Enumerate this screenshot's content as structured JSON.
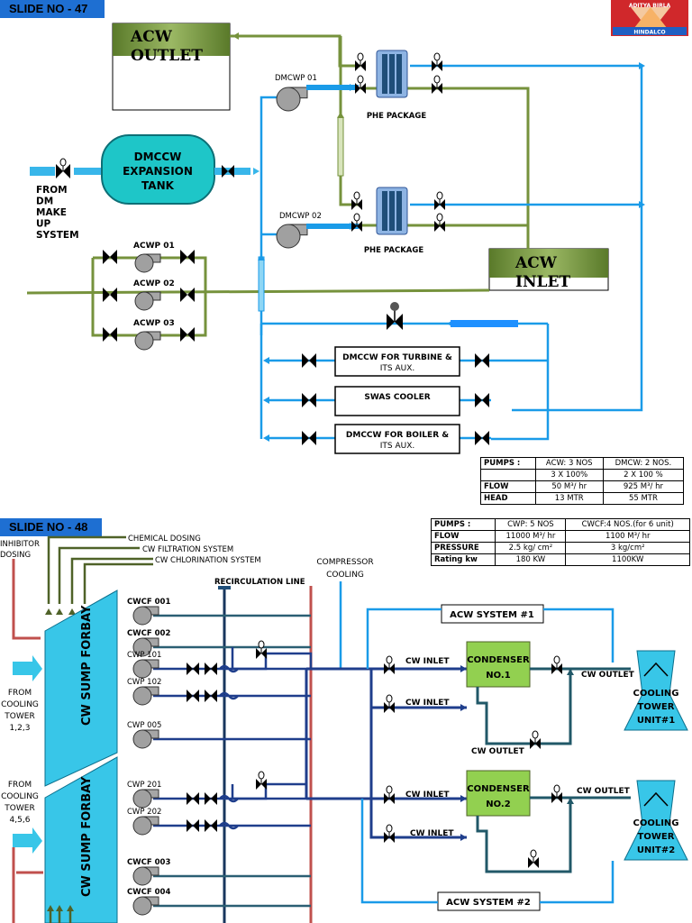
{
  "slide47": {
    "tag": "SLIDE NO - 47",
    "logo": {
      "line1": "ADITYA BIRLA",
      "line2": "HINDALCO"
    },
    "acw_outlet": [
      "ACW",
      "OUTLET"
    ],
    "acw_inlet": [
      "ACW",
      "INLET"
    ],
    "expansion_tank": [
      "DMCCW",
      "EXPANSION",
      "TANK"
    ],
    "from_dm": [
      "FROM",
      "DM",
      "MAKE",
      "UP",
      "SYSTEM"
    ],
    "dmcwp01": "DMCWP 01",
    "dmcwp02": "DMCWP 02",
    "phe1": "PHE PACKAGE",
    "phe2": "PHE PACKAGE",
    "acwp": [
      "ACWP 01",
      "ACWP 02",
      "ACWP 03"
    ],
    "consumers": [
      [
        "DMCCW FOR TURBINE &",
        "ITS AUX."
      ],
      [
        "SWAS COOLER"
      ],
      [
        "DMCCW FOR BOILER &",
        "ITS AUX."
      ]
    ],
    "table": {
      "rows": [
        [
          "PUMPS :",
          "ACW: 3 NOS",
          "DMCW: 2 NOS."
        ],
        [
          "",
          "3 X 100%",
          "2 X 100 %"
        ],
        [
          "FLOW",
          "50 M³/ hr",
          "925 M³/ hr"
        ],
        [
          "HEAD",
          "13 MTR",
          "55 MTR"
        ]
      ]
    }
  },
  "slide48": {
    "tag": "SLIDE NO - 48",
    "inhibitor": [
      "INHIBITOR",
      "DOSING"
    ],
    "chemical": "CHEMICAL DOSING",
    "filtration": "CW FILTRATION SYSTEM",
    "chlorination": "CW CHLORINATION SYSTEM",
    "compressor": [
      "COMPRESSOR",
      "COOLING"
    ],
    "recirculation": "RECIRCULATION LINE",
    "forbay": "CW SUMP FORBAY",
    "from_ct1": [
      "FROM",
      "COOLING",
      "TOWER",
      "1,2,3"
    ],
    "from_ct2": [
      "FROM",
      "COOLING",
      "TOWER",
      "4,5,6"
    ],
    "pumps": [
      "CWCF 001",
      "CWCF 002",
      "CWP 101",
      "CWP 102",
      "CWP 005",
      "CWP 201",
      "CWP 202",
      "CWCF 003",
      "CWCF 004"
    ],
    "acw1": "ACW SYSTEM #1",
    "acw2": "ACW SYSTEM #2",
    "cw_inlet": "CW INLET",
    "cw_outlet": "CW OUTLET",
    "condenser1": [
      "CONDENSER",
      "NO.1"
    ],
    "condenser2": [
      "CONDENSER",
      "NO.2"
    ],
    "tower1": [
      "COOLING",
      "TOWER",
      "UNIT#1"
    ],
    "tower2": [
      "COOLING",
      "TOWER",
      "UNIT#2"
    ],
    "table": {
      "rows": [
        [
          "PUMPS :",
          "CWP: 5 NOS",
          "CWCF:4 NOS.(for 6 unit)"
        ],
        [
          "FLOW",
          "11000 M³/ hr",
          "1100 M³/ hr"
        ],
        [
          "PRESSURE",
          "2.5 kg/ cm²",
          "3 kg/cm²"
        ],
        [
          "Rating kw",
          "180 KW",
          "1100KW"
        ]
      ]
    }
  },
  "colors": {
    "blue": "#1a9be8",
    "olive": "#76923c",
    "navy": "#17365d",
    "teal": "#215868",
    "cyan": "#38c6e8",
    "green": "#92d050",
    "red": "#c0504d",
    "slate": "#2b5f73"
  }
}
